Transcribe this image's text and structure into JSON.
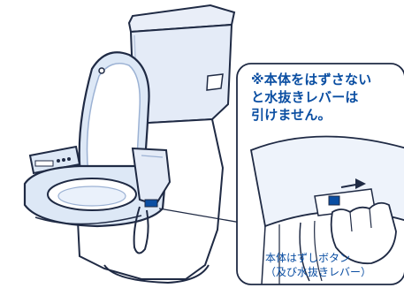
{
  "callout": {
    "note_lines": [
      "※本体をはずさない",
      "と水抜きレバーは",
      "引けません。"
    ],
    "caption_lines": [
      "本体はずしボタン",
      "（及び水抜きレバー）"
    ]
  },
  "colors": {
    "accent": "#0a4ea2",
    "toilet_fill": "#dde8f6",
    "outline": "#1f2a44"
  },
  "icons": {
    "toilet": "toilet-with-bidet-seat-illustration",
    "hand": "hand-pressing-button-illustration"
  }
}
